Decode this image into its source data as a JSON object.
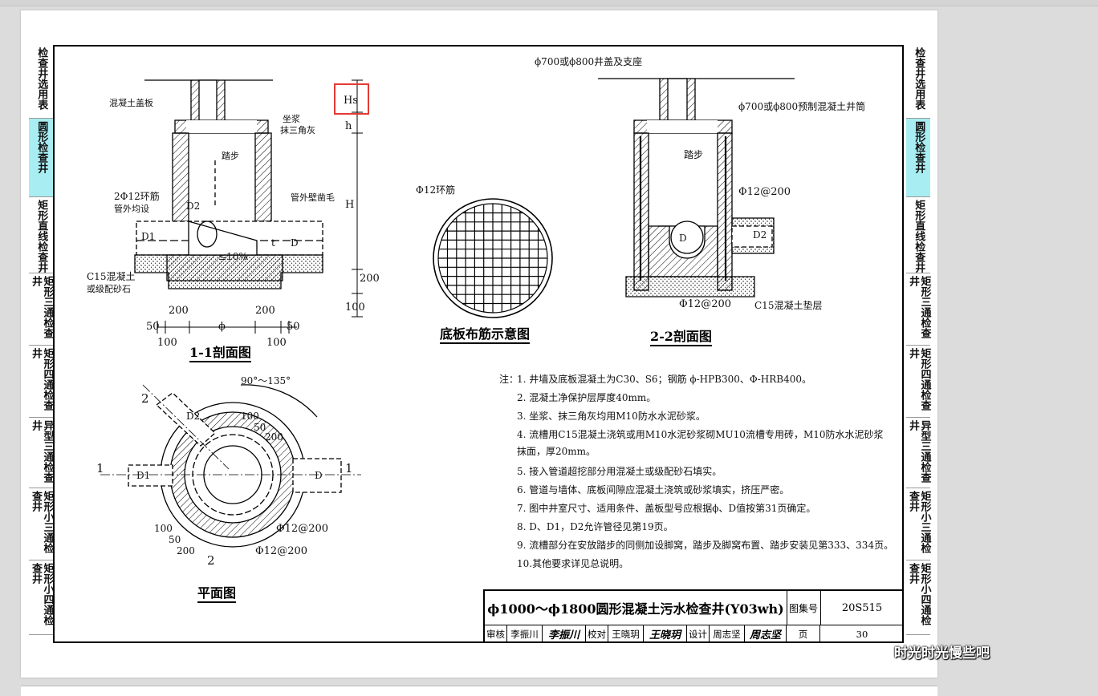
{
  "sheet": {
    "title": "ϕ1000～ϕ1800圆形混凝土污水检查井(Y03wh)",
    "atlas_no_label": "图集号",
    "atlas_no": "20S515",
    "page_label": "页",
    "page_no": "30",
    "review_label": "审核",
    "reviewer": "李振川",
    "reviewer_sig": "李振川",
    "check_label": "校对",
    "checker": "王晓玥",
    "checker_sig": "王晓玥",
    "design_label": "设计",
    "designer": "周志坚",
    "designer_sig": "周志坚"
  },
  "left_tabs": [
    "检查井选用表",
    "圆形检查井",
    "矩形直线检查井",
    "矩形三通检查井",
    "矩形四通检查井",
    "异型三通检查井",
    "矩形小三通检查井",
    "矩形小四通检查井"
  ],
  "right_tabs": [
    "检查井选用表",
    "圆形检查井",
    "矩形直线检查井",
    "矩形三通检查井",
    "矩形四通检查井",
    "异型三通检查井",
    "矩形小三通检查井",
    "矩形小四通检查井"
  ],
  "active_tab": "圆形检查井",
  "section11": {
    "title": "1-1剖面图",
    "concrete_cover": "混凝土盖板",
    "mortar1": "坐浆",
    "mortar2": "抹三角灰",
    "step": "踏步",
    "rebar_ring1": "2Φ12环筋",
    "rebar_ring2": "管外均设",
    "pipe_wall": "管外壁凿毛",
    "slope": "≤10%",
    "base1": "C15混凝土",
    "base2": "或级配砂石",
    "dim_200a": "200",
    "dim_200b": "200",
    "dim_50a": "50",
    "dim_50b": "50",
    "dim_100a": "100",
    "dim_100b": "100",
    "dim_phi": "ϕ",
    "dim_200v": "200",
    "dim_100v": "100",
    "Hs": "Hs",
    "h": "h",
    "H": "H",
    "D1": "D1",
    "D": "D",
    "D2": "D2",
    "t": "t"
  },
  "plan": {
    "title": "平面图",
    "angle": "90°～135°",
    "rebar_a": "Φ12@200",
    "rebar_b": "Φ12@200",
    "d100": "100",
    "d50": "50",
    "d200": "200",
    "d100b": "100",
    "d50b": "50",
    "d200b": "200",
    "sec1a": "1",
    "sec1b": "1",
    "sec2a": "2",
    "sec2b": "2",
    "D1": "D1",
    "D2": "D2",
    "D": "D"
  },
  "bottom_plate": {
    "title": "底板布筋示意图",
    "ring": "Φ12环筋"
  },
  "section22": {
    "title": "2-2剖面图",
    "cover": "ϕ700或ϕ800井盖及支座",
    "shaft": "ϕ700或ϕ800预制混凝土井筒",
    "step": "踏步",
    "rebar_wall": "Φ12@200",
    "rebar_base": "Φ12@200",
    "base": "C15混凝土垫层",
    "D2": "D2",
    "D": "D"
  },
  "notes": {
    "title": "注：",
    "items": [
      "1. 井墙及底板混凝土为C30、S6；钢筋 ϕ-HPB300、Φ-HRB400。",
      "2. 混凝土净保护层厚度40mm。",
      "3. 坐浆、抹三角灰均用M10防水水泥砂浆。",
      "4. 流槽用C15混凝土浇筑或用M10水泥砂浆砌MU10流槽专用砖，M10防水水泥砂浆",
      "    抹面，厚20mm。",
      "5. 接入管道超挖部分用混凝土或级配砂石填实。",
      "6. 管道与墙体、底板间隙应混凝土浇筑或砂浆填实，挤压严密。",
      "7. 图中井室尺寸、适用条件、盖板型号应根据ϕ、D值按第31页确定。",
      "8. D、D1，D2允许管径见第19页。",
      "9. 流槽部分在安放踏步的同侧加设脚窝，踏步及脚窝布置、踏步安装见第333、334页。",
      "10.其他要求详见总说明。"
    ]
  },
  "watermark": "时光时光慢些吧",
  "colors": {
    "tab_active": "#a8edf2",
    "highlight": "#e53a35"
  }
}
